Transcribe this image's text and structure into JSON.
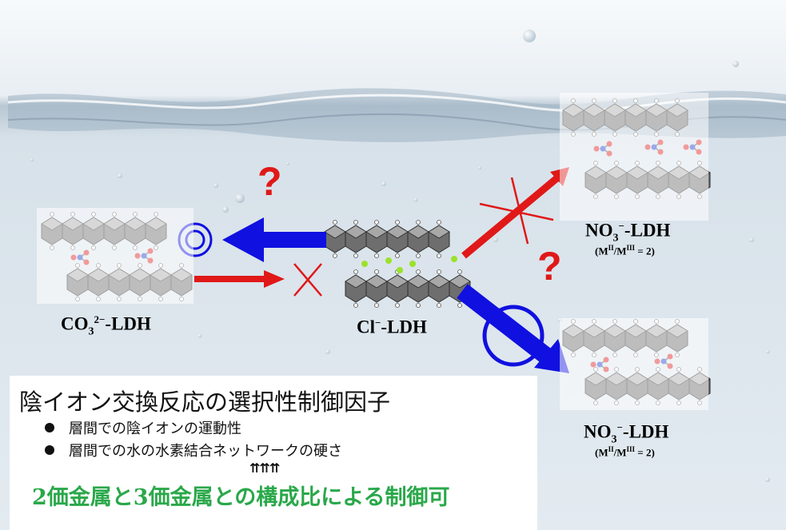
{
  "labels": {
    "co3": {
      "formula": "CO",
      "sub": "3",
      "sup": "2−",
      "suffix": "-LDH"
    },
    "cl": {
      "formula": "Cl",
      "sup": "−",
      "suffix": "-LDH"
    },
    "no3_top": {
      "formula": "NO",
      "sub": "3",
      "sup": "−",
      "suffix": "-LDH",
      "ratio_m": "M",
      "ratio_sup1": "II",
      "ratio_mid": "/M",
      "ratio_sup2": "III",
      "ratio_end": " = 2)",
      "ratio_open": "("
    },
    "no3_bottom": {
      "formula": "NO",
      "sub": "3",
      "sup": "−",
      "suffix": "-LDH",
      "ratio_m": "M",
      "ratio_sup1": "II",
      "ratio_mid": "/M",
      "ratio_sup2": "III",
      "ratio_end": " = 2)",
      "ratio_open": "("
    }
  },
  "symbols": {
    "double_circle": "◎",
    "question_mark": "?",
    "cross": "×",
    "circle": "○"
  },
  "textbox": {
    "title": "陰イオン交換反応の選択性制御因子",
    "bullets": [
      "層間での陰イオンの運動性",
      "層間での水の水素結合ネットワークの硬さ"
    ],
    "arrows": "⇈⇈⇈",
    "conclusion": "2価金属と3価金属との構成比による制御可"
  },
  "colors": {
    "blue": "#1010e0",
    "red": "#e01818",
    "green_text": "#2aa84a",
    "chloride": "#9be22a"
  }
}
